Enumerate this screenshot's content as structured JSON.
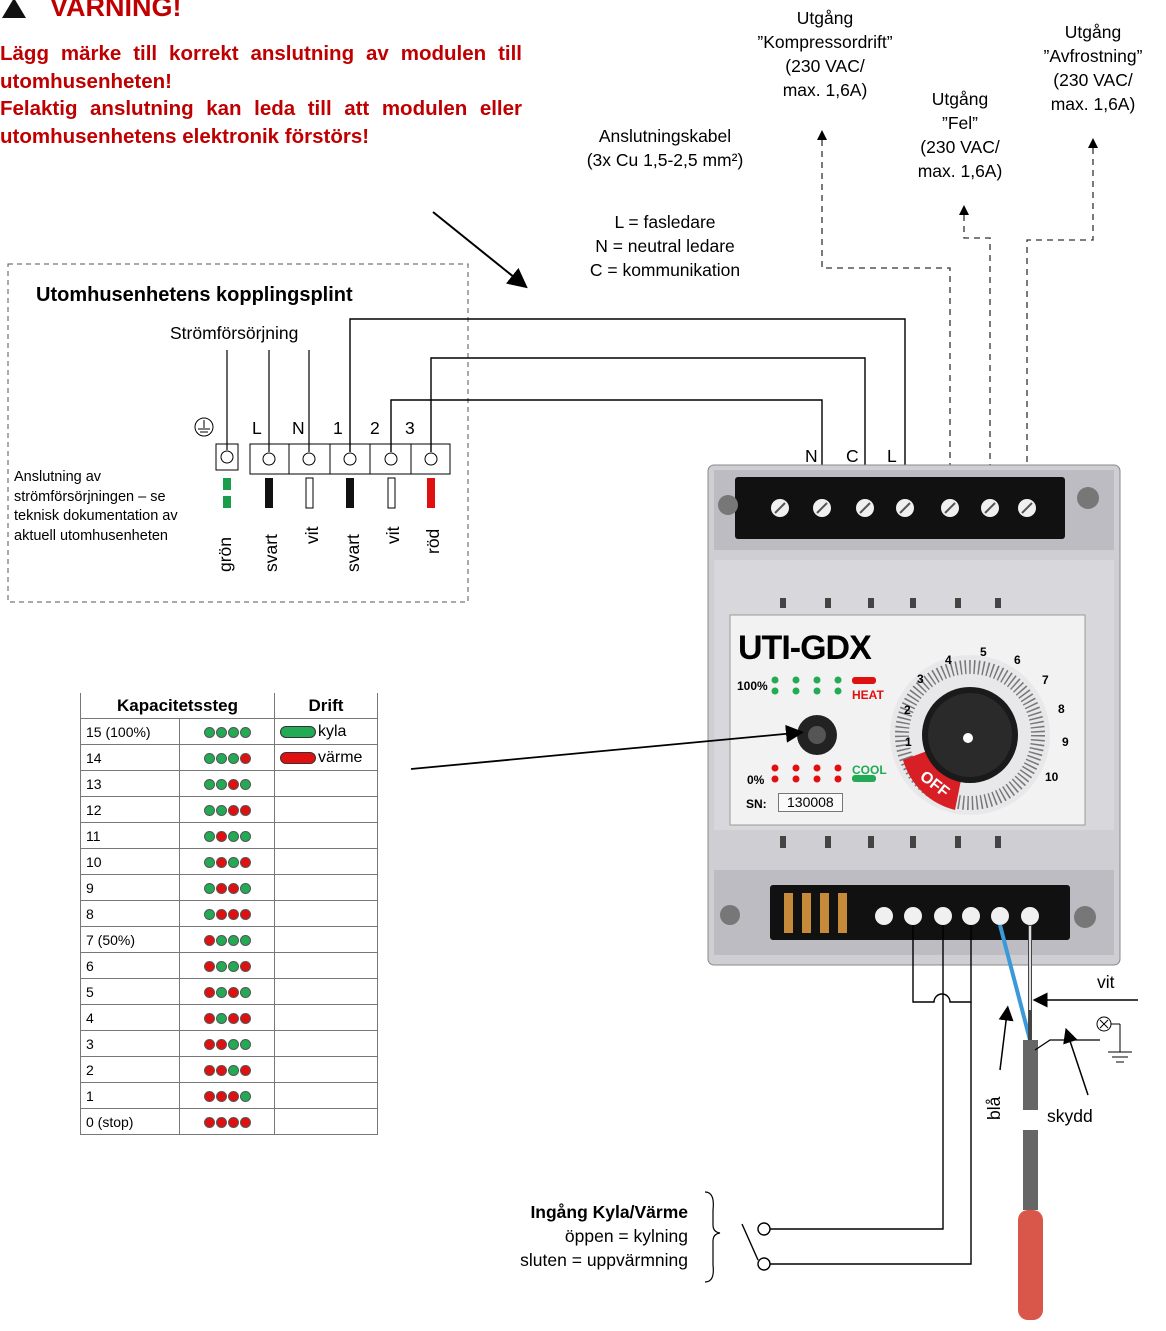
{
  "warning": {
    "title": "VARNING!",
    "line1": "Lägg märke till korrekt anslutning av modulen till utomhusenheten!",
    "line2": "Felaktig anslutning kan leda till att modulen eller utomhusenhetens elektronik förstörs!"
  },
  "outputs": {
    "compressor": [
      "Utgång",
      "”Kompressordrift”",
      "(230 VAC/",
      "max. 1,6A)"
    ],
    "fault": [
      "Utgång",
      "”Fel”",
      "(230 VAC/",
      "max. 1,6A)"
    ],
    "defrost": [
      "Utgång",
      "”Avfrostning”",
      "(230 VAC/",
      "max. 1,6A)"
    ]
  },
  "cable": {
    "label": "Anslutningskabel",
    "spec": "(3x Cu 1,5-2,5 mm²)",
    "legend": [
      "L = fasledare",
      "N = neutral ledare",
      "C = kommunikation"
    ]
  },
  "terminal_block": {
    "title": "Utomhusenhetens kopplingsplint",
    "power_label": "Strömförsörjning",
    "terminal_labels": [
      "L",
      "N",
      "1",
      "2",
      "3"
    ],
    "wire_colors": [
      "grön",
      "svart",
      "vit",
      "svart",
      "vit",
      "röd"
    ],
    "power_note": "Anslutning av strömförsörjningen – se teknisk dokumentation av aktuell utomhusenheten"
  },
  "module": {
    "name": "UTI-GDX",
    "top_terminals": [
      "N",
      "C",
      "L"
    ],
    "pct_top": "100%",
    "pct_bottom": "0%",
    "heat": "HEAT",
    "cool": "COOL",
    "off": "OFF",
    "sn_label": "SN:",
    "sn_value": "130008",
    "dial_numbers": [
      "1",
      "2",
      "3",
      "4",
      "5",
      "6",
      "7",
      "8",
      "9",
      "10"
    ]
  },
  "sensor": {
    "wire_white": "vit",
    "wire_blue": "blå",
    "shield": "skydd"
  },
  "input": {
    "title": "Ingång Kyla/Värme",
    "open": "öppen = kylning",
    "closed": "sluten = uppvärmning"
  },
  "capacity_table": {
    "headers": [
      "Kapacitetssteg",
      "Drift"
    ],
    "legend": [
      {
        "label": "kyla",
        "color": "#22aa55"
      },
      {
        "label": "värme",
        "color": "#e01010"
      }
    ],
    "rows": [
      {
        "step": "15 (100%)",
        "leds": "GGGG"
      },
      {
        "step": "14",
        "leds": "GGGR"
      },
      {
        "step": "13",
        "leds": "GGRG"
      },
      {
        "step": "12",
        "leds": "GGRR"
      },
      {
        "step": "11",
        "leds": "GRGG"
      },
      {
        "step": "10",
        "leds": "GRGR"
      },
      {
        "step": "9",
        "leds": "GRRG"
      },
      {
        "step": "8",
        "leds": "GRRR"
      },
      {
        "step": "7 (50%)",
        "leds": "RGGG"
      },
      {
        "step": "6",
        "leds": "RGGR"
      },
      {
        "step": "5",
        "leds": "RGRG"
      },
      {
        "step": "4",
        "leds": "RGRR"
      },
      {
        "step": "3",
        "leds": "RRGG"
      },
      {
        "step": "2",
        "leds": "RRGR"
      },
      {
        "step": "1",
        "leds": "RRRG"
      },
      {
        "step": "0 (stop)",
        "leds": "RRRR"
      }
    ]
  },
  "colors": {
    "warning": "#c00000",
    "led_green": "#22aa55",
    "led_red": "#e01010",
    "wire_blue": "#3a9ad9"
  }
}
